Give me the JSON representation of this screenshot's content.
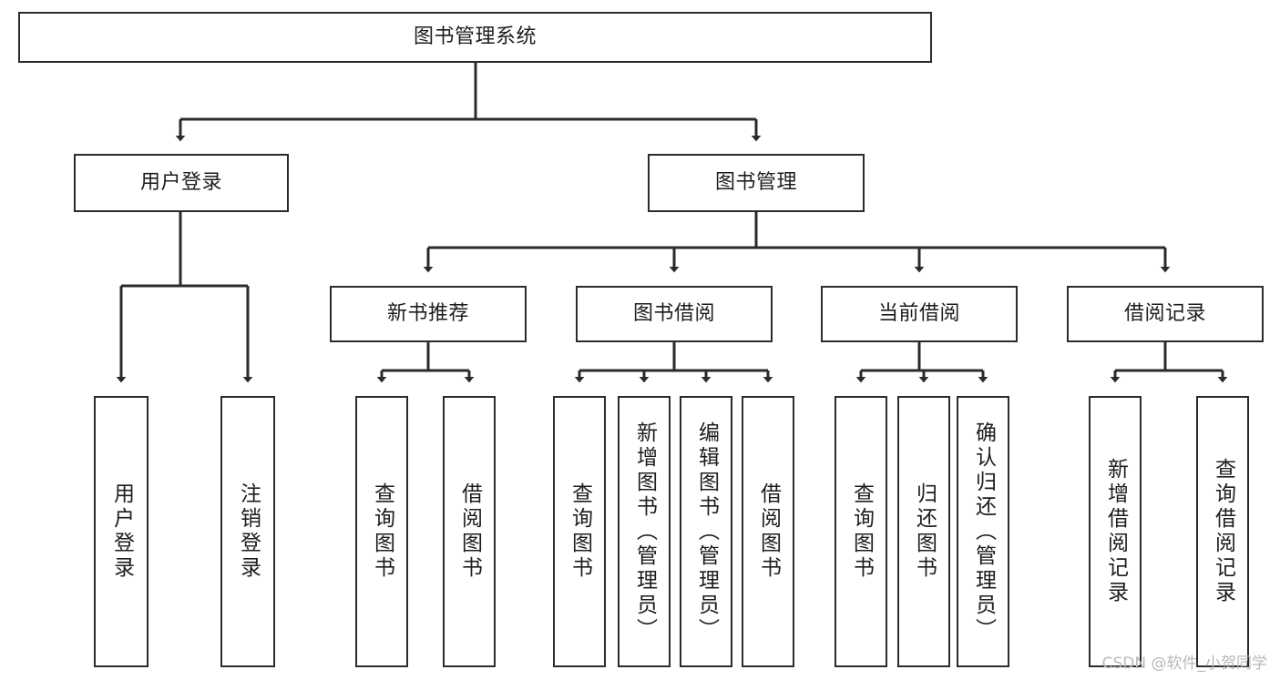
{
  "diagram": {
    "type": "tree-hierarchy-chart",
    "root": {
      "id": "root",
      "label": "图书管理系统",
      "orientation": "horizontal"
    },
    "level2": [
      {
        "id": "user-login",
        "label": "用户登录",
        "orientation": "horizontal"
      },
      {
        "id": "book-manage",
        "label": "图书管理",
        "orientation": "horizontal"
      }
    ],
    "level3": [
      {
        "id": "new-book-recommend",
        "label": "新书推荐",
        "orientation": "horizontal",
        "parent": "book-manage"
      },
      {
        "id": "book-borrow",
        "label": "图书借阅",
        "orientation": "horizontal",
        "parent": "book-manage"
      },
      {
        "id": "current-borrow",
        "label": "当前借阅",
        "orientation": "horizontal",
        "parent": "book-manage"
      },
      {
        "id": "borrow-record",
        "label": "借阅记录",
        "orientation": "horizontal",
        "parent": "book-manage"
      }
    ],
    "leaves": [
      {
        "id": "leaf-user-login",
        "label": "用户登录",
        "orientation": "vertical",
        "parent": "user-login"
      },
      {
        "id": "leaf-logout",
        "label": "注销登录",
        "orientation": "vertical",
        "parent": "user-login"
      },
      {
        "id": "leaf-query-book-1",
        "label": "查询图书",
        "orientation": "vertical",
        "parent": "new-book-recommend"
      },
      {
        "id": "leaf-borrow-book-1",
        "label": "借阅图书",
        "orientation": "vertical",
        "parent": "new-book-recommend"
      },
      {
        "id": "leaf-query-book-2",
        "label": "查询图书",
        "orientation": "vertical",
        "parent": "book-borrow"
      },
      {
        "id": "leaf-add-book",
        "label": "新增图书（管理员）",
        "orientation": "vertical",
        "parent": "book-borrow"
      },
      {
        "id": "leaf-edit-book",
        "label": "编辑图书（管理员）",
        "orientation": "vertical",
        "parent": "book-borrow"
      },
      {
        "id": "leaf-borrow-book-2",
        "label": "借阅图书",
        "orientation": "vertical",
        "parent": "book-borrow"
      },
      {
        "id": "leaf-query-book-3",
        "label": "查询图书",
        "orientation": "vertical",
        "parent": "current-borrow"
      },
      {
        "id": "leaf-return-book",
        "label": "归还图书",
        "orientation": "vertical",
        "parent": "current-borrow"
      },
      {
        "id": "leaf-confirm-return",
        "label": "确认归还（管理员）",
        "orientation": "vertical",
        "parent": "current-borrow"
      },
      {
        "id": "leaf-add-record",
        "label": "新增借阅记录",
        "orientation": "vertical",
        "parent": "borrow-record"
      },
      {
        "id": "leaf-query-record",
        "label": "查询借阅记录",
        "orientation": "vertical",
        "parent": "borrow-record"
      }
    ]
  },
  "watermark": {
    "text": "CSDN @软件_小贺同学"
  },
  "colors": {
    "stroke": "#2b2b2b",
    "fill": "#ffffff",
    "text": "#1d1d1d",
    "watermark": "#b9b9b9"
  }
}
